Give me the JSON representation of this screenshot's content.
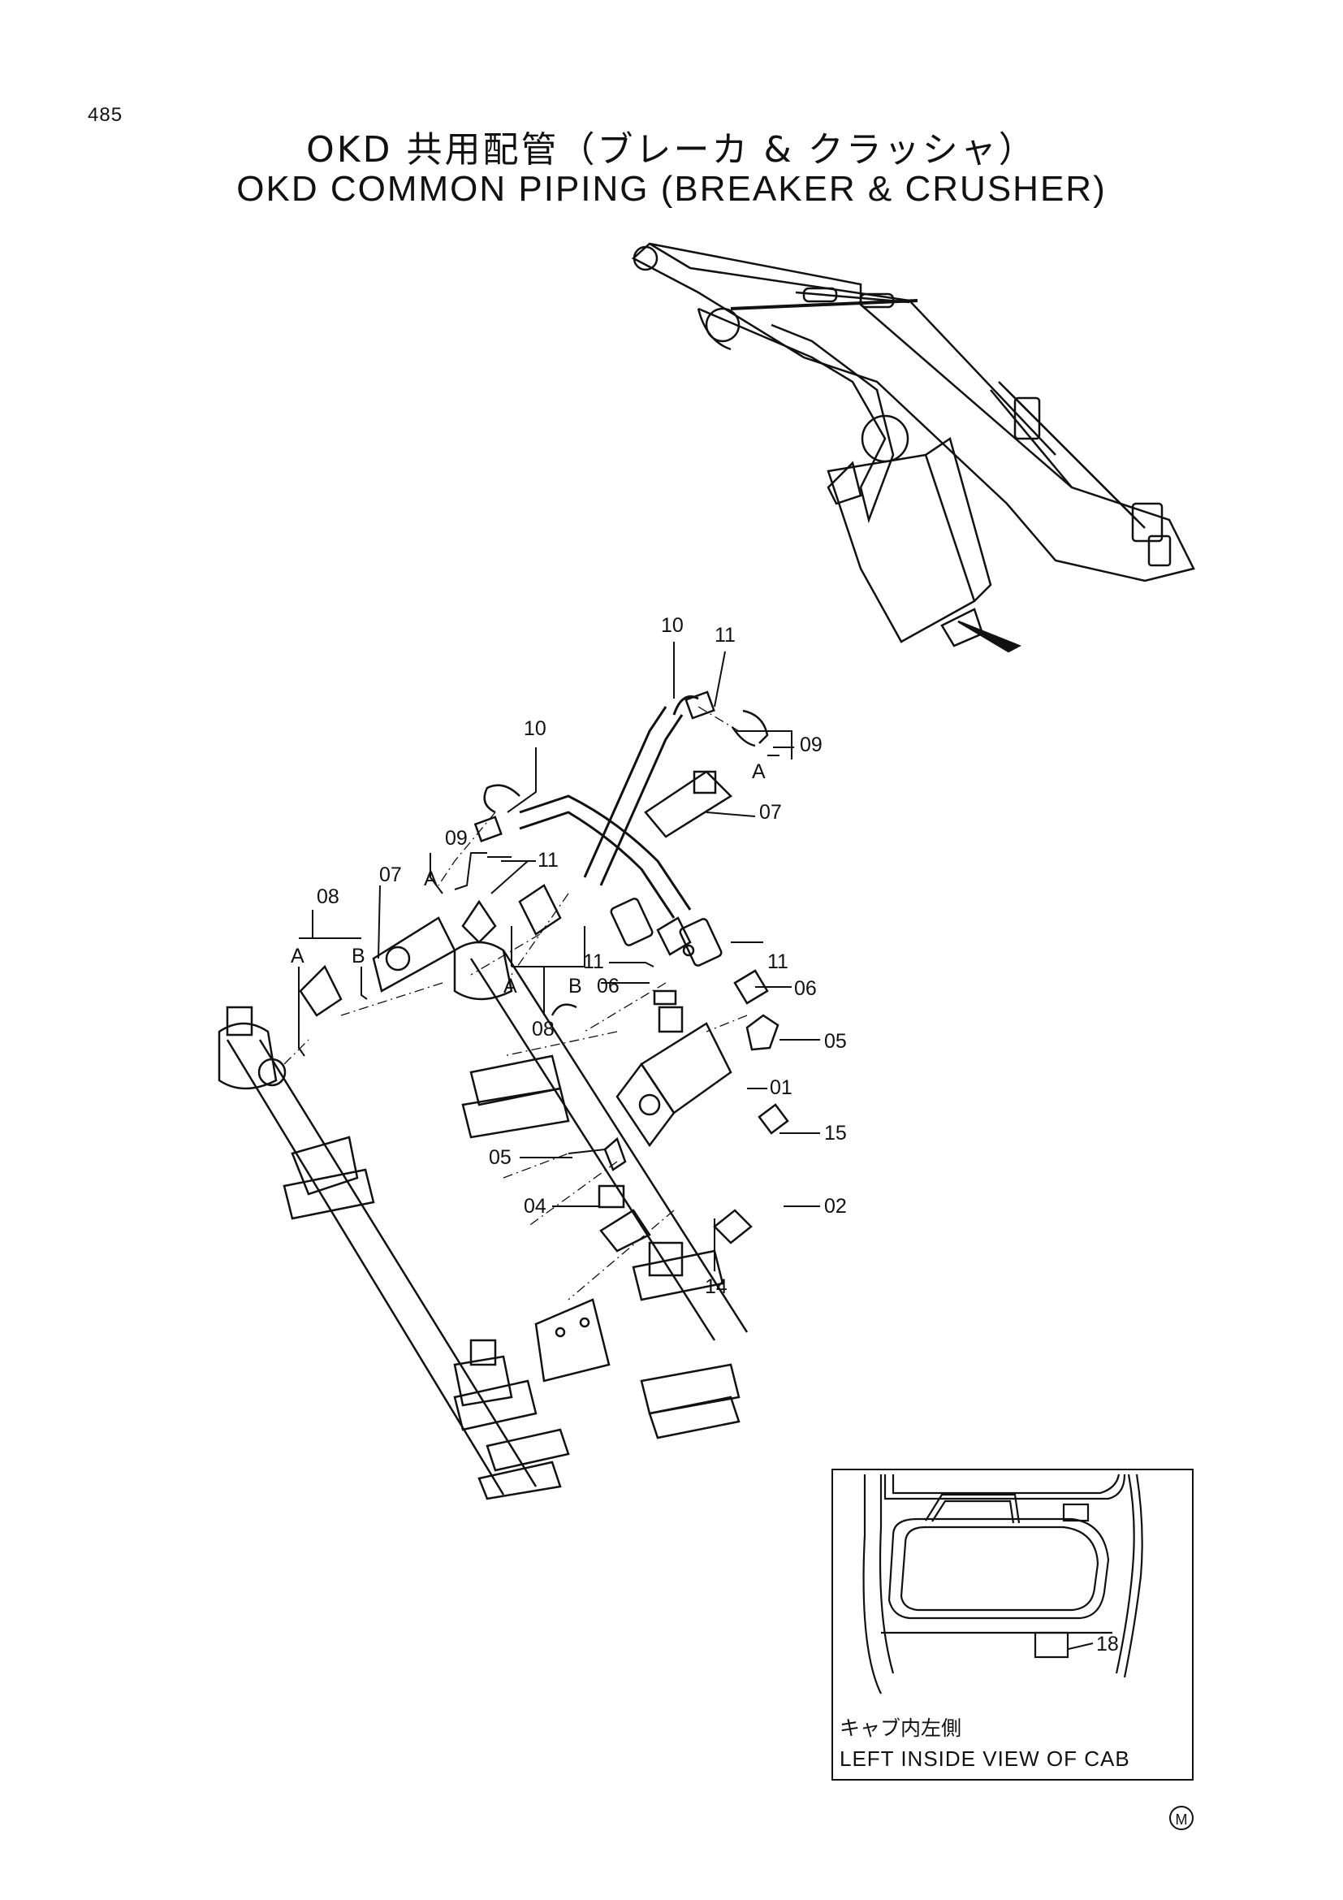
{
  "page_number": "485",
  "title_jp": "OKD 共用配管（ブレーカ & クラッシャ）",
  "title_en": "OKD COMMON PIPING (BREAKER & CRUSHER)",
  "callouts": {
    "c10a": "10",
    "c10b": "10",
    "c11a": "11",
    "c11b": "11",
    "c11c": "11",
    "c11d": "11",
    "c09a": "09",
    "c09b": "09",
    "c07a": "07",
    "c07b": "07",
    "c08a": "08",
    "c08b": "08",
    "c06a": "06",
    "c06b": "06",
    "c05a": "05",
    "c05b": "05",
    "c01": "01",
    "c15": "15",
    "c04": "04",
    "c02": "02",
    "c14": "14",
    "c18": "18"
  },
  "connection_letters": {
    "a1": "A",
    "a2": "A",
    "a3": "A",
    "a4": "A",
    "b1": "B",
    "b2": "B"
  },
  "inset": {
    "caption_jp": "キャブ内左側",
    "caption_en": "LEFT INSIDE VIEW OF CAB"
  },
  "mark": "M"
}
